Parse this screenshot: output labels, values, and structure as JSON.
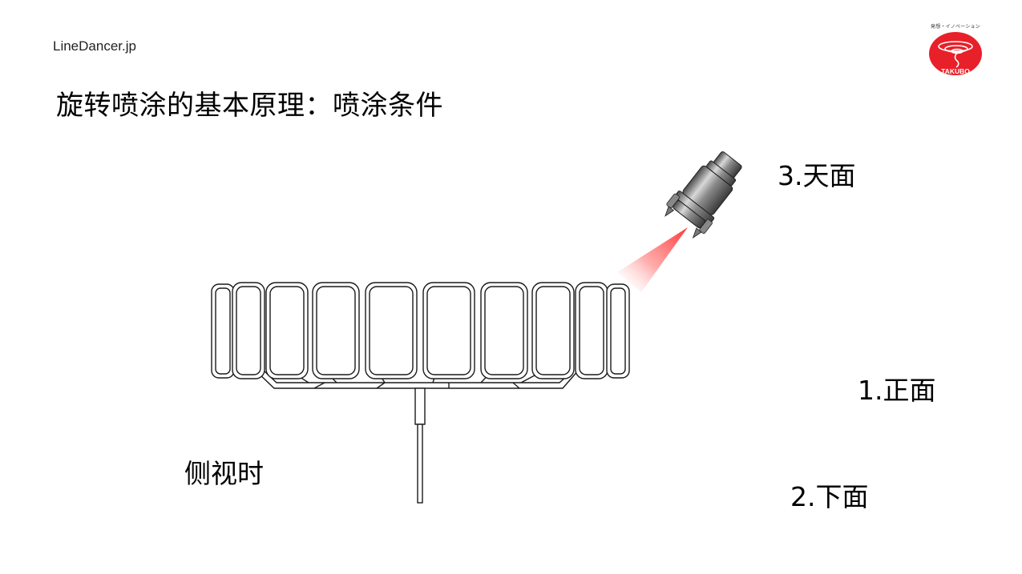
{
  "header": {
    "site_name": "LineDancer.jp",
    "title": "旋转喷涂的基本原理：喷涂条件"
  },
  "logo": {
    "tagline": "発想・イノベーション",
    "name": "TAKUBO",
    "colors": {
      "primary": "#e8202a",
      "ink": "#ffffff"
    }
  },
  "labels": {
    "top": "3.天面",
    "front": "1.正面",
    "bottom": "2.下面",
    "side_view": "侧视时"
  },
  "spray": {
    "color": "#ff3b3b"
  },
  "colors": {
    "line": "#1a1a1a",
    "background": "#ffffff"
  }
}
